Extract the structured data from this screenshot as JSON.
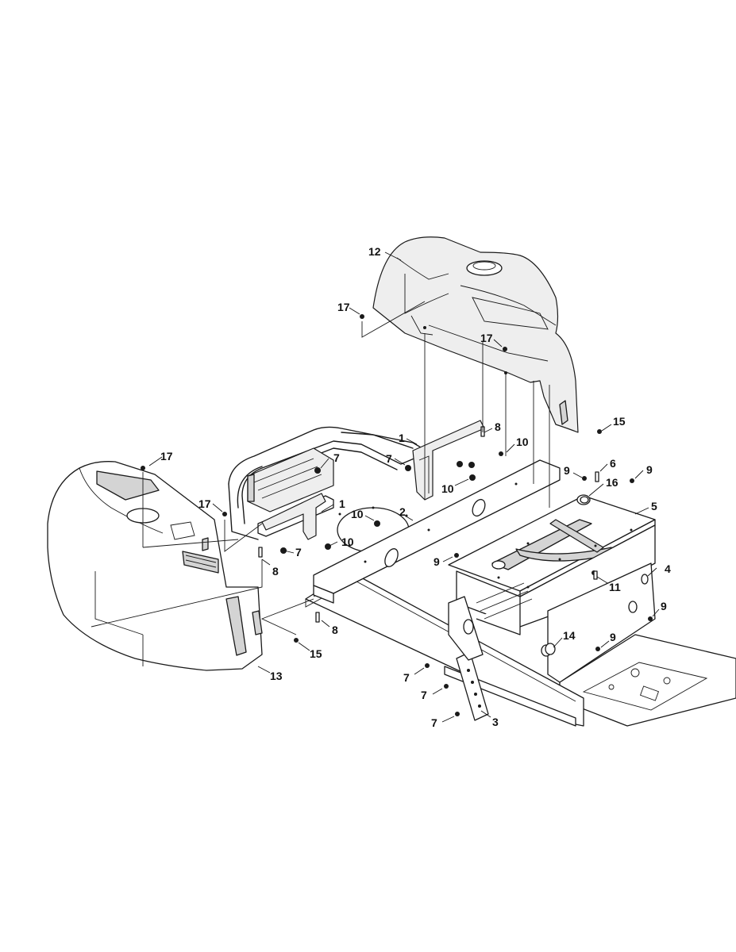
{
  "callouts": [
    {
      "name": "callout-12",
      "label": "12"
    },
    {
      "name": "callout-17-a",
      "label": "17"
    },
    {
      "name": "callout-17-b",
      "label": "17"
    },
    {
      "name": "callout-15-a",
      "label": "15"
    },
    {
      "name": "callout-1-a",
      "label": "1"
    },
    {
      "name": "callout-8-a",
      "label": "8"
    },
    {
      "name": "callout-10-a",
      "label": "10"
    },
    {
      "name": "callout-7-a",
      "label": "7"
    },
    {
      "name": "callout-10-b",
      "label": "10"
    },
    {
      "name": "callout-9-a",
      "label": "9"
    },
    {
      "name": "callout-6",
      "label": "6"
    },
    {
      "name": "callout-9-b",
      "label": "9"
    },
    {
      "name": "callout-16",
      "label": "16"
    },
    {
      "name": "callout-5",
      "label": "5"
    },
    {
      "name": "callout-2",
      "label": "2"
    },
    {
      "name": "callout-17-c",
      "label": "17"
    },
    {
      "name": "callout-7-b",
      "label": "7"
    },
    {
      "name": "callout-17-d",
      "label": "17"
    },
    {
      "name": "callout-1-b",
      "label": "1"
    },
    {
      "name": "callout-10-c",
      "label": "10"
    },
    {
      "name": "callout-10-d",
      "label": "10"
    },
    {
      "name": "callout-7-c",
      "label": "7"
    },
    {
      "name": "callout-8-b",
      "label": "8"
    },
    {
      "name": "callout-9-c",
      "label": "9"
    },
    {
      "name": "callout-4",
      "label": "4"
    },
    {
      "name": "callout-11",
      "label": "11"
    },
    {
      "name": "callout-9-d",
      "label": "9"
    },
    {
      "name": "callout-8-c",
      "label": "8"
    },
    {
      "name": "callout-14",
      "label": "14"
    },
    {
      "name": "callout-9-e",
      "label": "9"
    },
    {
      "name": "callout-15-b",
      "label": "15"
    },
    {
      "name": "callout-13",
      "label": "13"
    },
    {
      "name": "callout-7-d",
      "label": "7"
    },
    {
      "name": "callout-7-e",
      "label": "7"
    },
    {
      "name": "callout-7-f",
      "label": "7"
    },
    {
      "name": "callout-3",
      "label": "3"
    }
  ]
}
